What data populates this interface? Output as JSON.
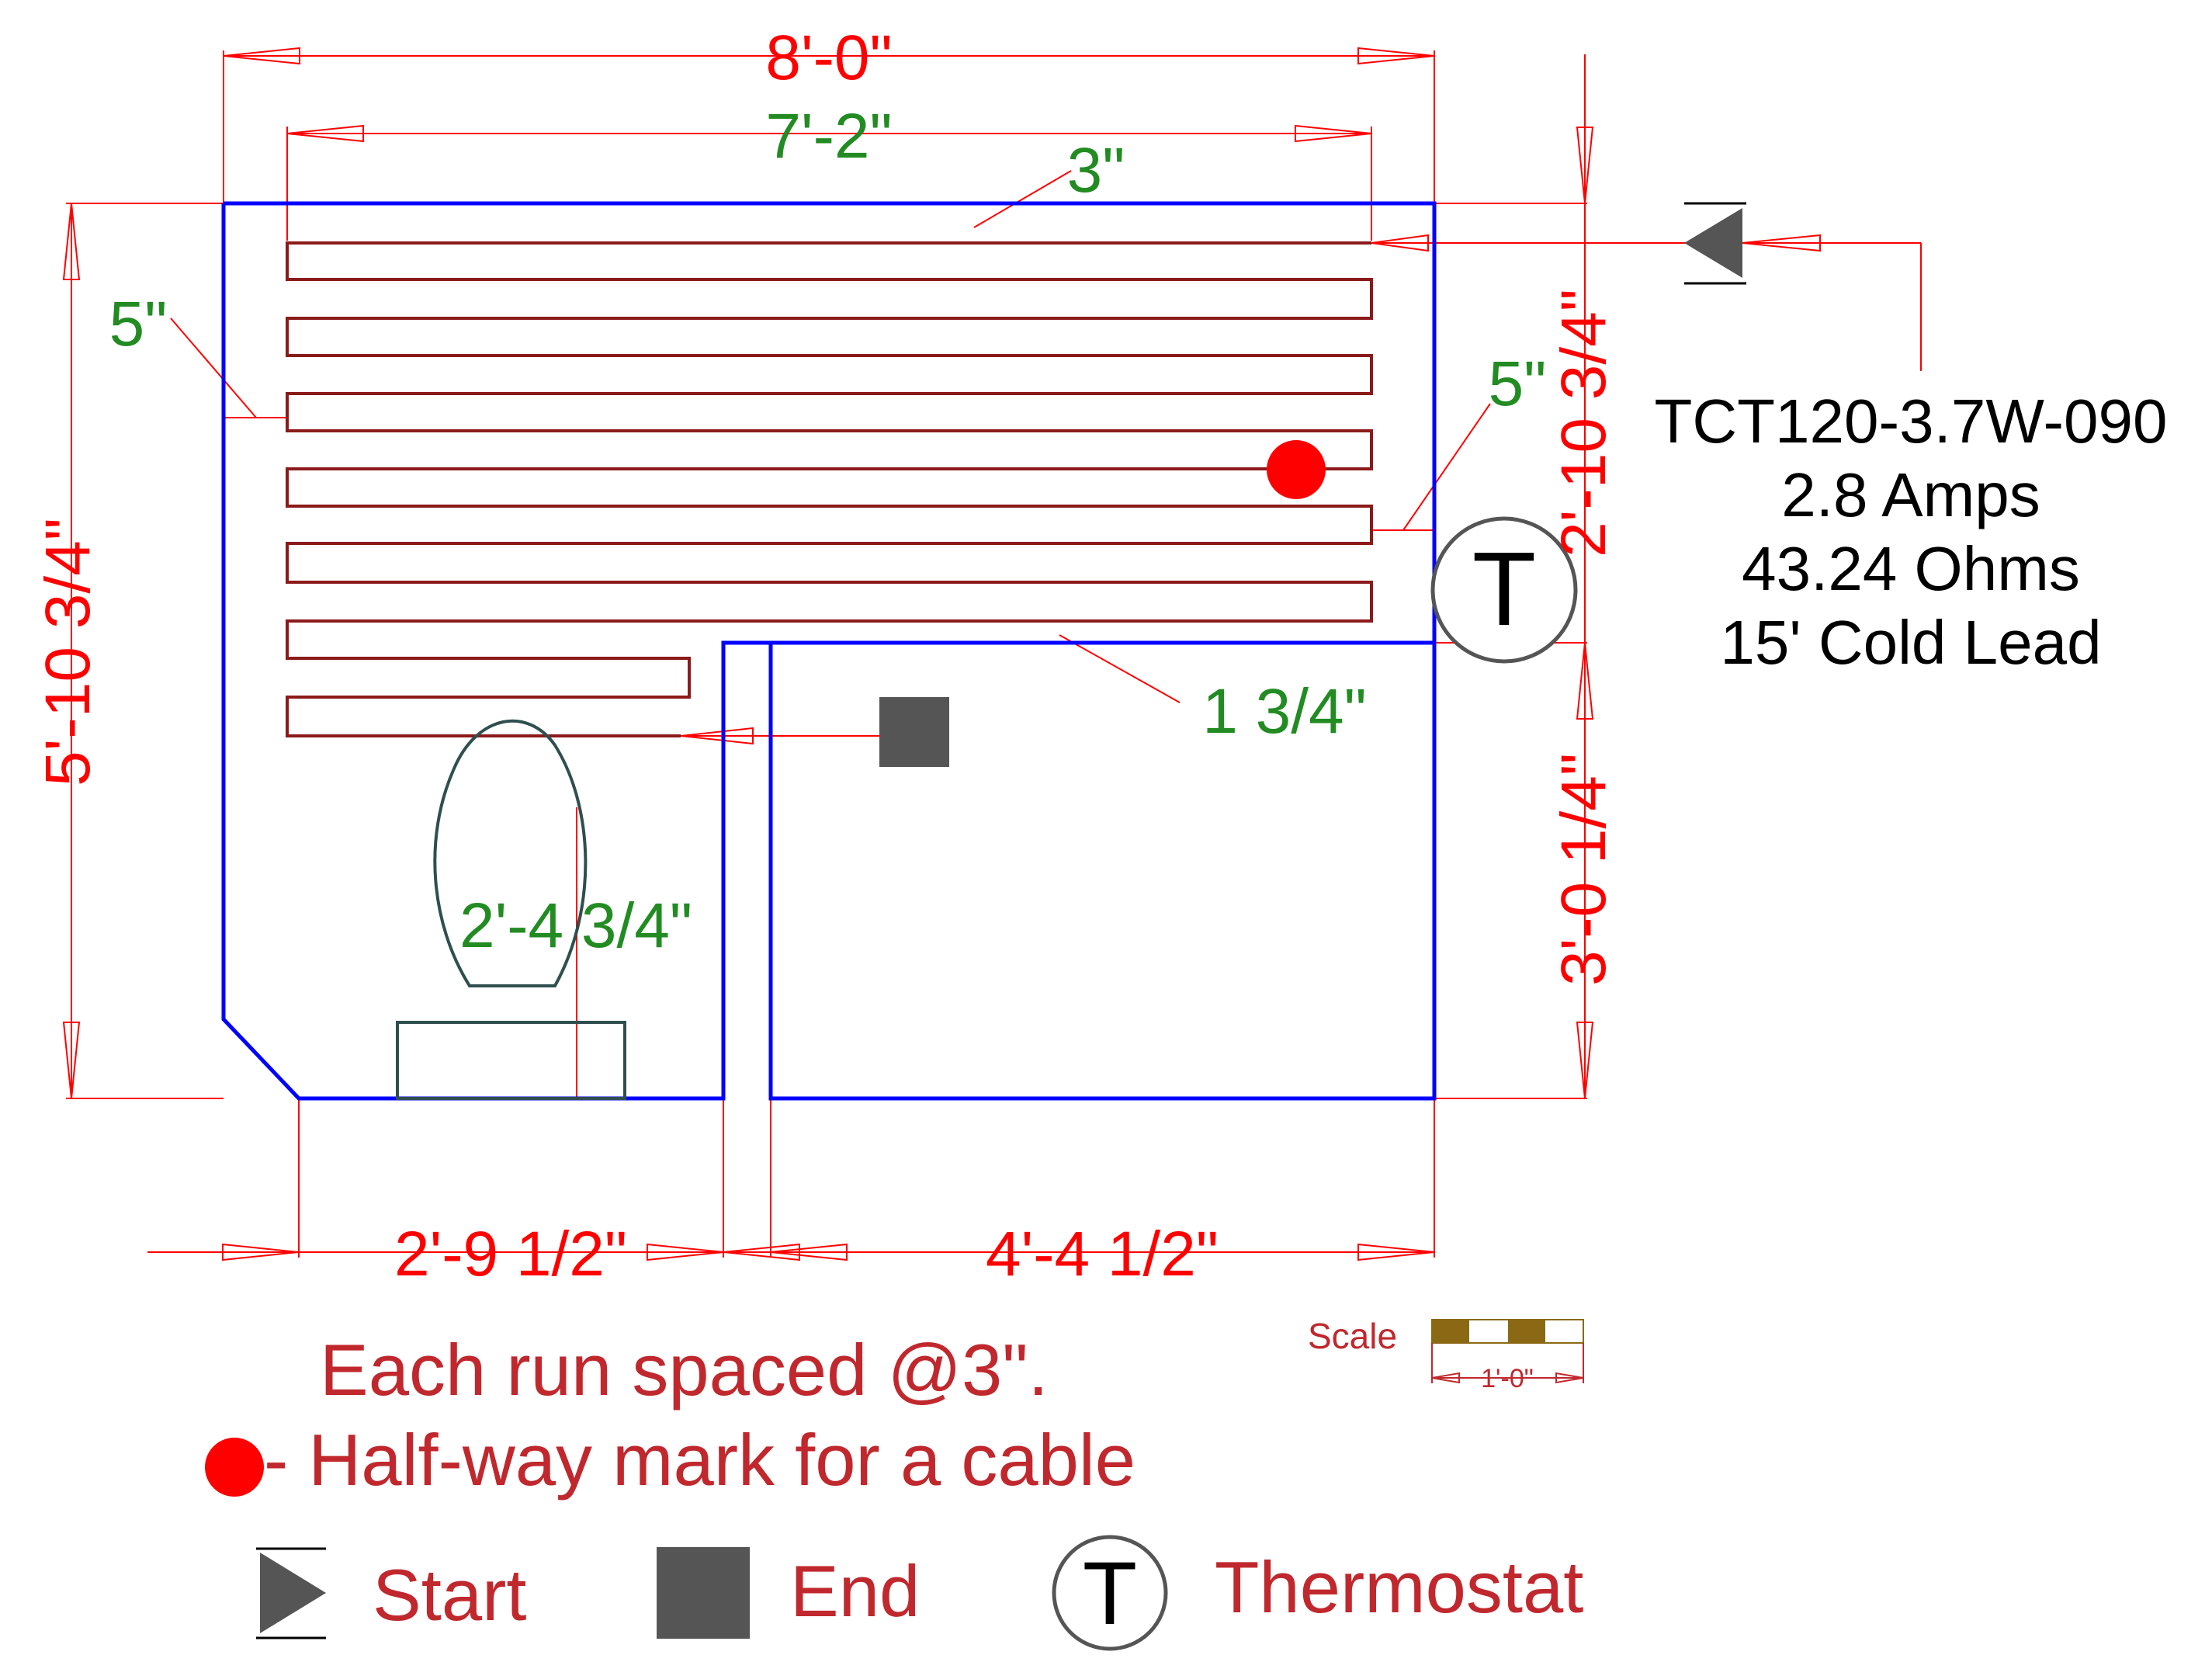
{
  "dimensions": {
    "overall_width": "8'-0\"",
    "loop_width": "7'-2\"",
    "top_clearance": "3\"",
    "left_clearance": "5\"",
    "right_clearance": "5\"",
    "overall_height": "5'-10 3/4\"",
    "upper_right_height": "2'-10 3/4\"",
    "lower_right_height": "3'-0 1/4\"",
    "cutout_gap": "1 3/4\"",
    "toilet_offset": "2'-4 3/4\"",
    "bottom_left_width": "2'-9 1/2\"",
    "bottom_right_width": "4'-4 1/2\""
  },
  "specs": {
    "model": "TCT120-3.7W-090",
    "amps": "2.8 Amps",
    "ohms": "43.24 Ohms",
    "cold_lead": "15' Cold Lead"
  },
  "notes": {
    "spacing": "Each run spaced @3\".",
    "halfway": "- Half-way mark for a cable"
  },
  "scale": {
    "label": "Scale",
    "length": "1'-0\""
  },
  "legend": {
    "start": "Start",
    "end": "End",
    "thermostat": "Thermostat",
    "thermostat_symbol": "T"
  },
  "colors": {
    "room_outline": "#0000ff",
    "cable": "#8b1a1a",
    "dimension_lines": "#ff0000",
    "halfway_marker": "#ff0000",
    "end_marker": "#555555",
    "fixture": "#2f4f4f"
  },
  "icons": {
    "start": "start-triangle-icon",
    "end": "end-square-icon",
    "thermostat": "thermostat-circle-icon",
    "halfway": "halfway-dot-icon"
  }
}
